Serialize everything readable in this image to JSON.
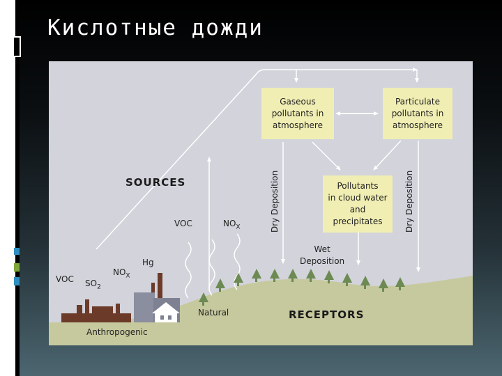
{
  "slide": {
    "title": "Кислотные дожди"
  },
  "diagram": {
    "boxes": {
      "gaseous": "Gaseous\npollutants in\natmosphere",
      "particulate": "Particulate\npollutants in\natmosphere",
      "cloud": "Pollutants\nin cloud water\nand\nprecipitates"
    },
    "headings": {
      "sources": "SOURCES",
      "receptors": "RECEPTORS"
    },
    "deposition": {
      "dry_left": "Dry Deposition",
      "dry_right": "Dry Deposition",
      "wet": "Wet\nDeposition"
    },
    "emissions": {
      "voc_natural": "VOC",
      "nox_natural": "NO",
      "nox_natural_sub": "X",
      "voc_anthro": "VOC",
      "so2": "SO",
      "so2_sub": "2",
      "nox_anthro": "NO",
      "nox_anthro_sub": "X",
      "hg": "Hg"
    },
    "labels": {
      "natural": "Natural",
      "anthropogenic": "Anthropogenic"
    },
    "colors": {
      "box": "#f0eeb3",
      "ground": "#c6c99e",
      "tree": "#6d8a52",
      "factory": "#6b3a28",
      "sky": "#d2d3db"
    }
  }
}
